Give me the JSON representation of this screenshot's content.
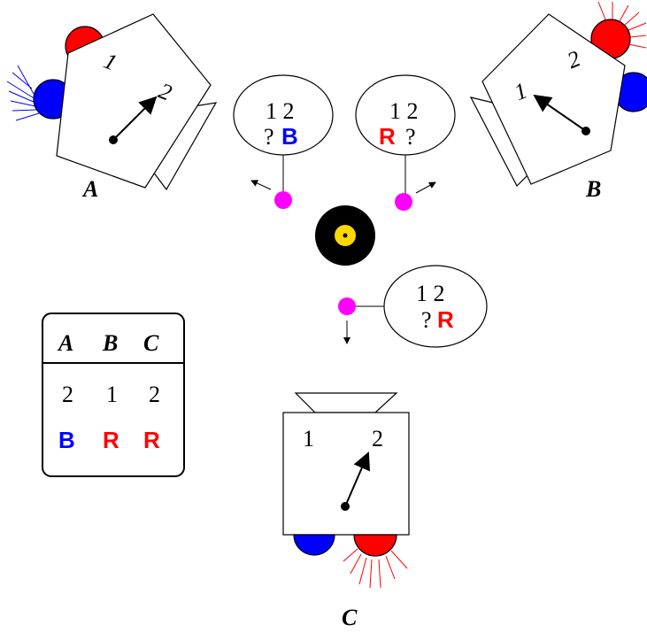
{
  "colors": {
    "blue": "#0000ff",
    "red": "#ff0000",
    "magenta": "#ff00ff",
    "yellow": "#ffd700",
    "black": "#000000"
  },
  "devices": {
    "A": {
      "label": "A",
      "dial_one": "1",
      "dial_two": "2",
      "pointing_to": "2"
    },
    "B": {
      "label": "B",
      "dial_one": "1",
      "dial_two": "2",
      "pointing_to": "1"
    },
    "C": {
      "label": "C",
      "dial_one": "1",
      "dial_two": "2",
      "pointing_to": "2"
    }
  },
  "bubbles": {
    "A": {
      "nums": "1 2",
      "question": "?",
      "answer": "B"
    },
    "B": {
      "nums": "1 2",
      "question": "?",
      "answer": "R"
    },
    "C": {
      "nums": "1 2",
      "question": "?",
      "answer": "R"
    }
  },
  "table": {
    "headers": [
      "A",
      "B",
      "C"
    ],
    "settings": [
      "2",
      "1",
      "2"
    ],
    "lights": [
      "B",
      "R",
      "R"
    ]
  }
}
